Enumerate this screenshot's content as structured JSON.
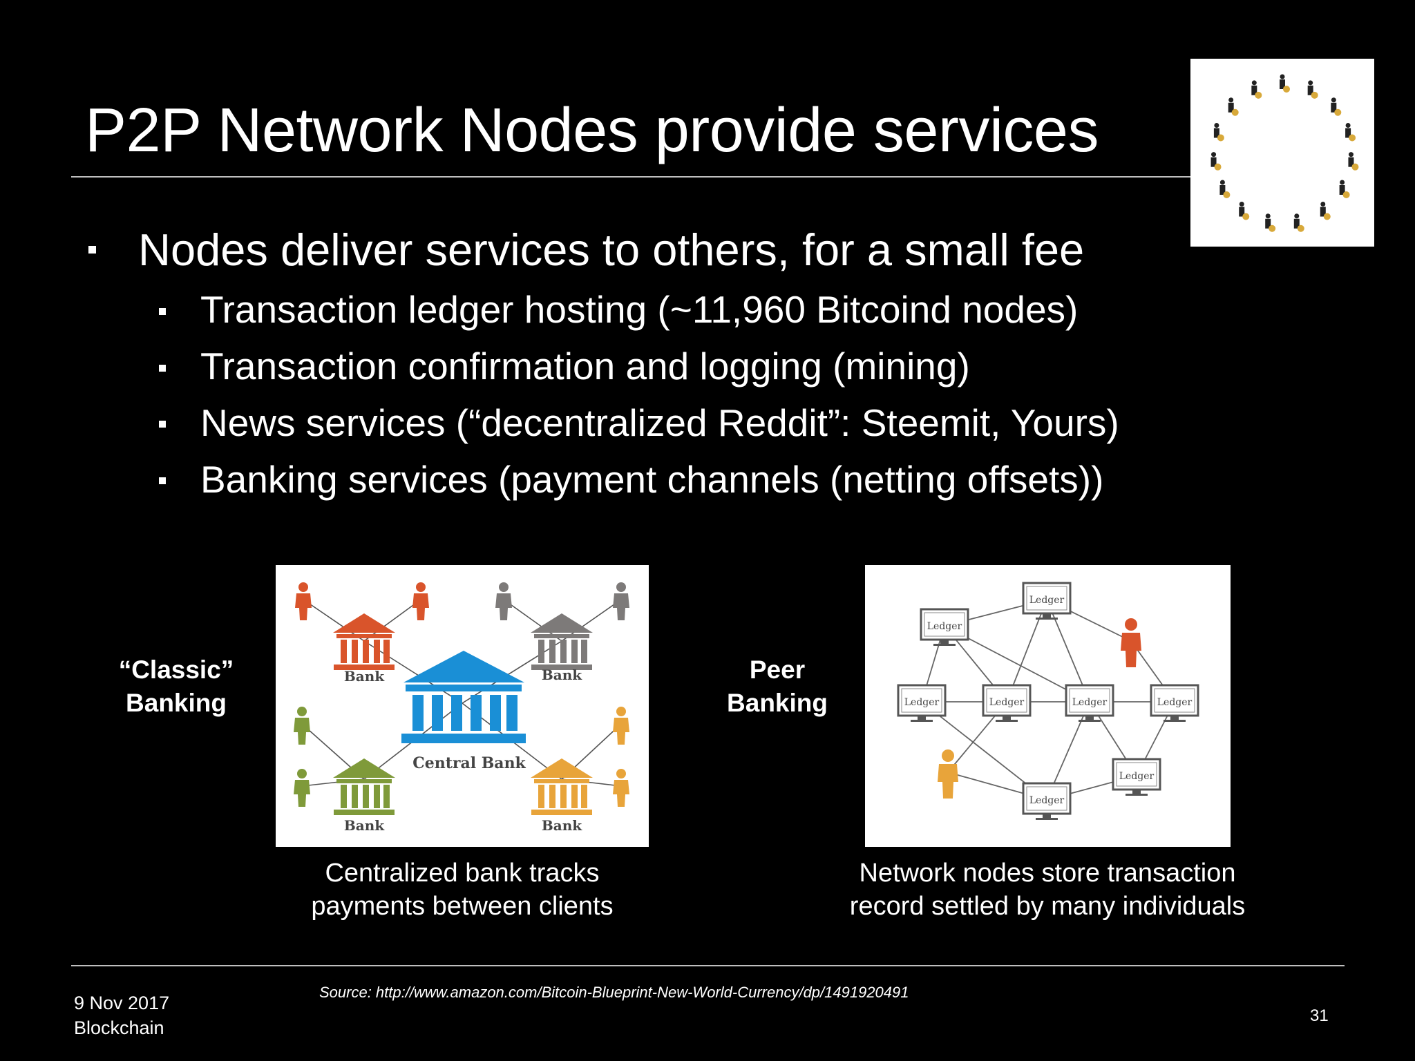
{
  "slide": {
    "title": "P2P Network Nodes provide services",
    "bullet_main": "Nodes deliver services to others, for a small fee",
    "sub_bullets": [
      "Transaction ledger hosting (~11,960 Bitcoind nodes)",
      "Transaction confirmation and logging (mining)",
      "News services (“decentralized Reddit”: Steemit, Yours)",
      "Banking services (payment channels (netting offsets))"
    ],
    "classic": {
      "label_line1": "“Classic”",
      "label_line2": "Banking",
      "caption_line1": "Centralized bank tracks",
      "caption_line2": "payments between clients",
      "diagram": {
        "bank_label": "Bank",
        "central_label": "Central Bank",
        "colors": {
          "red": "#d9542b",
          "gray": "#7d7a79",
          "blue": "#1a8fd6",
          "green": "#7f9a3a",
          "orange": "#e8a43a"
        }
      }
    },
    "peer": {
      "label_line1": "Peer",
      "label_line2": "Banking",
      "caption_line1": "Network nodes store transaction",
      "caption_line2": "record settled by many individuals",
      "diagram": {
        "node_label": "Ledger",
        "person_colors": {
          "red": "#d9542b",
          "orange": "#e8a43a"
        }
      }
    },
    "corner_image": "people-circle-with-coins-icon",
    "footer": {
      "source": "Source: http://www.amazon.com/Bitcoin-Blueprint-New-World-Currency/dp/1491920491",
      "date": "9 Nov 2017",
      "topic": "Blockchain",
      "page_number": "31"
    }
  }
}
